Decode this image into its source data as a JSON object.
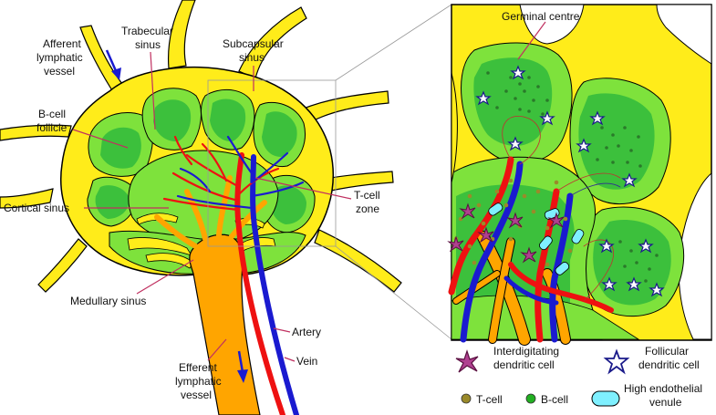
{
  "labels": {
    "afferent_line1": "Afferent",
    "afferent_line2": "lymphatic",
    "afferent_line3": "vessel",
    "trabecular_line1": "Trabecular",
    "trabecular_line2": "sinus",
    "subcapsular_line1": "Subcapsular",
    "subcapsular_line2": "sinus",
    "bcell_follicle_line1": "B-cell",
    "bcell_follicle_line2": "follicle",
    "cortical_sinus": "Cortical sinus",
    "tcell_zone_line1": "T-cell",
    "tcell_zone_line2": "zone",
    "medullary_sinus": "Medullary sinus",
    "artery": "Artery",
    "vein": "Vein",
    "efferent_line1": "Efferent",
    "efferent_line2": "lymphatic",
    "efferent_line3": "vessel",
    "germinal_centre": "Germinal centre"
  },
  "legend": {
    "interdigitating_line1": "Interdigitating",
    "interdigitating_line2": "dendritic cell",
    "follicular_line1": "Follicular",
    "follicular_line2": "dendritic cell",
    "tcell": "T-cell",
    "bcell": "B-cell",
    "hev_line1": "High endothelial",
    "hev_line2": "venule"
  },
  "colors": {
    "lymph_yellow": "#ffec1a",
    "follicle_light_green": "#7ee23c",
    "follicle_dark_green": "#3cc03c",
    "efferent_orange": "#ffa500",
    "artery_red": "#ee1111",
    "vein_blue": "#1a1ad0",
    "tcell_olive": "#9a8a2a",
    "bcell_green": "#22b022",
    "hev_cyan": "#7ff0ff",
    "interdigitating_purple": "#7a2060",
    "follicular_navy": "#1a1a8a"
  }
}
